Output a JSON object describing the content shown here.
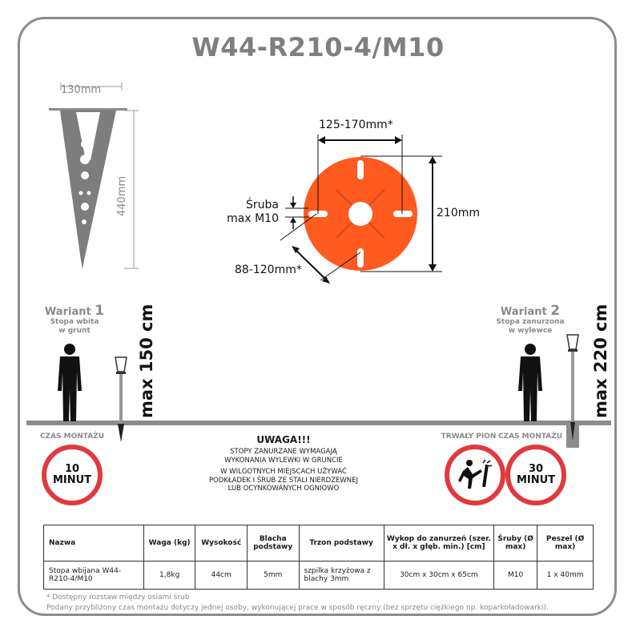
{
  "title": "W44-R210-4/M10",
  "spike": {
    "width_label": "130mm",
    "height_label": "440mm"
  },
  "plate": {
    "spacing_label": "125-170mm*",
    "diameter_label": "210mm",
    "screw_label_line1": "Śruba",
    "screw_label_line2": "max M10",
    "diag_label": "88-120mm*",
    "color": "#ff5a1f"
  },
  "variant1": {
    "label": "Wariant",
    "number": "1",
    "sub1": "Stopa wbita",
    "sub2": "w grunt",
    "max_label": "max 150 cm",
    "time_head": "CZAS MONTAŻU",
    "time_value": "10",
    "time_unit": "MINUT"
  },
  "variant2": {
    "label": "Wariant",
    "number": "2",
    "sub1": "Stopa zanurzona",
    "sub2": "w wylewce",
    "max_label": "max 220 cm",
    "pion_head": "TRWAŁY PION",
    "time_head": "CZAS MONTAŻU",
    "time_value": "30",
    "time_unit": "MINUT"
  },
  "uwaga": {
    "title": "UWAGA!!!",
    "lines1": [
      "STOPY ZANURZANE WYMAGAJĄ",
      "WYKONANIA WYLEWKI W GRUNCIE"
    ],
    "lines2": [
      "W WILGOTNYCH MIEJSCACH UŻYWAĆ",
      "PODKŁADEK I ŚRUB ZE STALI NIERDZEWNEJ",
      "LUB OCYNKOWANYCH OGNIOWO"
    ]
  },
  "table": {
    "headers": [
      "Nazwa",
      "Waga (kg)",
      "Wysokość",
      "Blacha podstawy",
      "Trzon podstawy",
      "Wykop do zanurzeń (szer. x dł. x głęb. min.) [cm]",
      "Śruby (Ø max)",
      "Peszel (Ø max)"
    ],
    "row": [
      "Stopa wbijana W44-R210-4/M10",
      "1,8kg",
      "44cm",
      "5mm",
      "szpilka krzyżowa z blachy 3mm",
      "30cm x 30cm x 65cm",
      "M10",
      "1 x 40mm"
    ]
  },
  "footnotes": [
    "* Dostępny rozstaw między osiami śrub",
    "Podany przybliżony czas montażu dotyczy jednej osoby, wykonującej prace w sposób ręczny (bez sprzętu ciężkiego np. koparkoładowarki)."
  ],
  "colors": {
    "accent_orange": "#ff5a1f",
    "sign_red": "#e03a3e",
    "frame_grey": "#8c8c8c"
  }
}
